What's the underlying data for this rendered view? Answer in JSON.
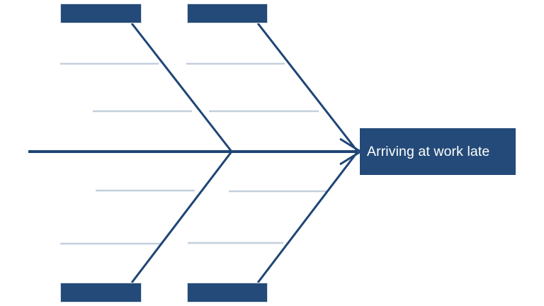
{
  "diagram": {
    "type": "fishbone-ishikawa-diagram",
    "orientation": "left-to-right",
    "effect": {
      "label": "Arriving at work late",
      "color": "#234A78",
      "text_color": "#FFFFFF"
    },
    "colors": {
      "spine": "#1F4576",
      "rib": "#1F4576",
      "category_box": "#234A78",
      "category_box_border": "#D8DEE8",
      "cause_line": "#C3CFDD",
      "background": "#FFFFFF"
    },
    "categories": [
      {
        "position": "top-left",
        "label": ""
      },
      {
        "position": "top-right",
        "label": ""
      },
      {
        "position": "bottom-left",
        "label": ""
      },
      {
        "position": "bottom-right",
        "label": ""
      }
    ],
    "cause_lines": [
      {
        "group": "top-left",
        "index": 0,
        "label": ""
      },
      {
        "group": "top-left",
        "index": 1,
        "label": ""
      },
      {
        "group": "top-right",
        "index": 0,
        "label": ""
      },
      {
        "group": "top-right",
        "index": 1,
        "label": ""
      },
      {
        "group": "bottom-left",
        "index": 0,
        "label": ""
      },
      {
        "group": "bottom-left",
        "index": 1,
        "label": ""
      },
      {
        "group": "bottom-right",
        "index": 0,
        "label": ""
      },
      {
        "group": "bottom-right",
        "index": 1,
        "label": ""
      }
    ]
  },
  "chart_data": {
    "type": "diagram",
    "title": "",
    "effect": "Arriving at work late",
    "categories": [
      "",
      "",
      "",
      ""
    ],
    "causes": [
      [],
      [],
      [],
      []
    ]
  }
}
